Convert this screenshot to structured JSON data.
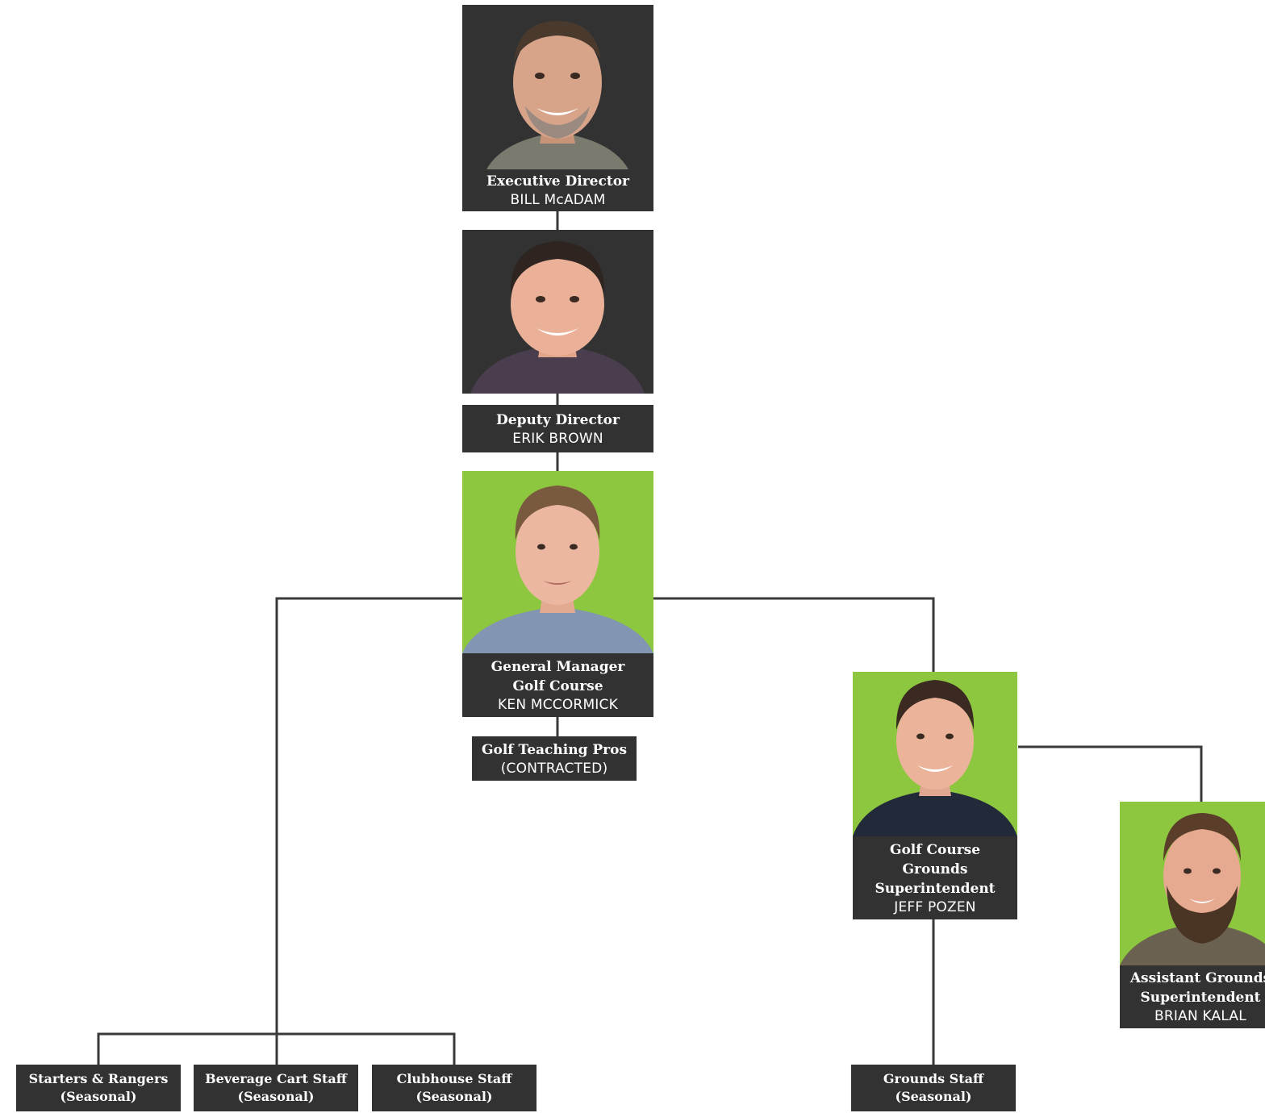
{
  "colors": {
    "dark": "#323232",
    "accent": "#8dc63f",
    "line": "#3a3a3a"
  },
  "nodes": {
    "executive": {
      "title": "Executive Director",
      "name": "BILL McADAM",
      "photo_bg": "dark"
    },
    "deputy": {
      "title": "Deputy Director",
      "name": "ERIK BROWN",
      "photo_bg": "dark"
    },
    "gm": {
      "title_line1": "General Manager",
      "title_line2": "Golf Course",
      "name": "KEN MCCORMICK",
      "photo_bg": "green"
    },
    "teaching": {
      "title": "Golf Teaching Pros",
      "name": "(CONTRACTED)"
    },
    "superintendent": {
      "title_line1": "Golf Course",
      "title_line2": "Grounds",
      "title_line3": "Superintendent",
      "name": "JEFF POZEN",
      "photo_bg": "green"
    },
    "assistant": {
      "title_line1": "Assistant Grounds",
      "title_line2": "Superintendent",
      "name": "BRIAN KALAL",
      "photo_bg": "green"
    },
    "starters": {
      "title": "Starters & Rangers",
      "sub": "(Seasonal)"
    },
    "beverage": {
      "title": "Beverage Cart Staff",
      "sub": "(Seasonal)"
    },
    "clubhouse": {
      "title": "Clubhouse Staff",
      "sub": "(Seasonal)"
    },
    "grounds_staff": {
      "title": "Grounds Staff",
      "sub": "(Seasonal)"
    }
  }
}
